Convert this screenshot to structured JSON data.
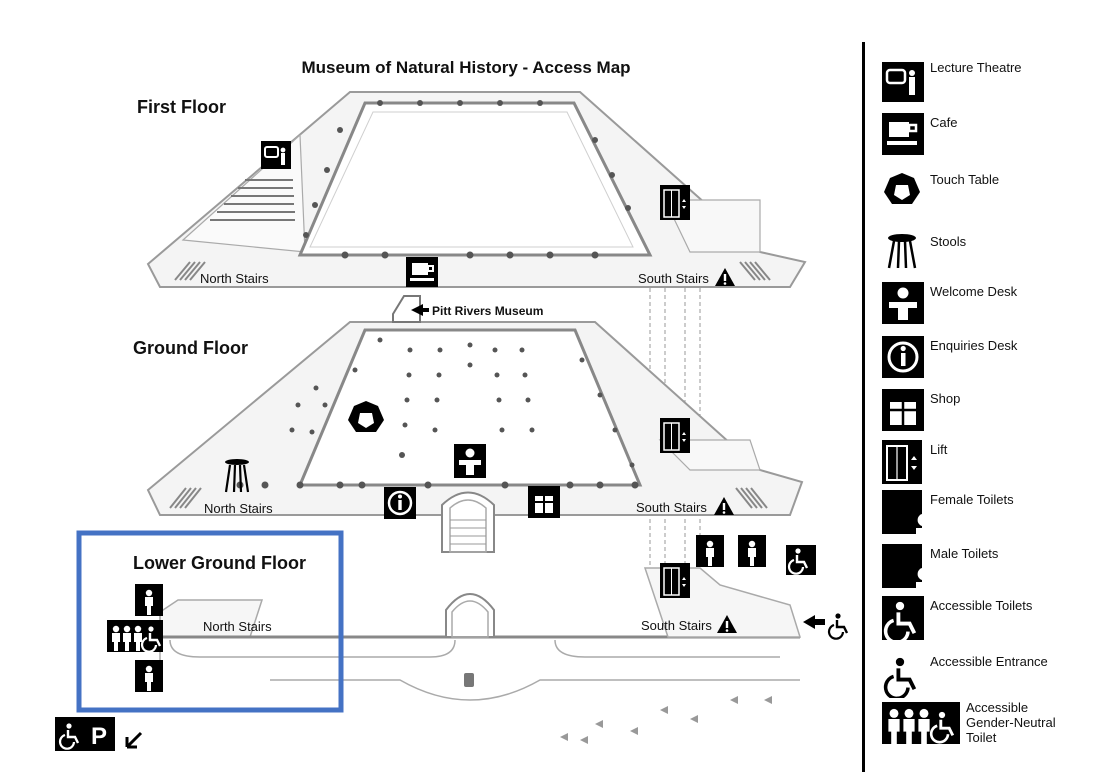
{
  "title": "Museum of Natural History - Access Map",
  "floors": {
    "first": "First Floor",
    "ground": "Ground Floor",
    "lower": "Lower Ground Floor"
  },
  "labels": {
    "north_stairs": "North Stairs",
    "south_stairs": "South Stairs",
    "pitt_rivers": "Pitt Rivers Museum"
  },
  "colors": {
    "highlight": "#4472C4",
    "ink": "#111111",
    "floor_fill": "#f4f4f4",
    "floor_edge": "#9a9a9a"
  },
  "legend": [
    {
      "label": "Lecture Theatre",
      "icon": "lecture-theatre-icon"
    },
    {
      "label": "Cafe",
      "icon": "cafe-icon"
    },
    {
      "label": "Touch Table",
      "icon": "touch-table-icon"
    },
    {
      "label": "Stools",
      "icon": "stools-icon"
    },
    {
      "label": "Welcome Desk",
      "icon": "welcome-desk-icon"
    },
    {
      "label": "Enquiries Desk",
      "icon": "enquiries-desk-icon"
    },
    {
      "label": "Shop",
      "icon": "shop-icon"
    },
    {
      "label": "Lift",
      "icon": "lift-icon"
    },
    {
      "label": "Female Toilets",
      "icon": "female-toilets-icon"
    },
    {
      "label": "Male Toilets",
      "icon": "male-toilets-icon"
    },
    {
      "label": "Accessible Toilets",
      "icon": "accessible-toilets-icon"
    },
    {
      "label": "Accessible Entrance",
      "icon": "accessible-entrance-icon"
    },
    {
      "label": "Accessible Gender-Neutral Toilet",
      "lines": [
        "Accessible",
        "Gender-Neutral",
        "Toilet"
      ],
      "icon": "gender-neutral-toilet-icon"
    }
  ]
}
